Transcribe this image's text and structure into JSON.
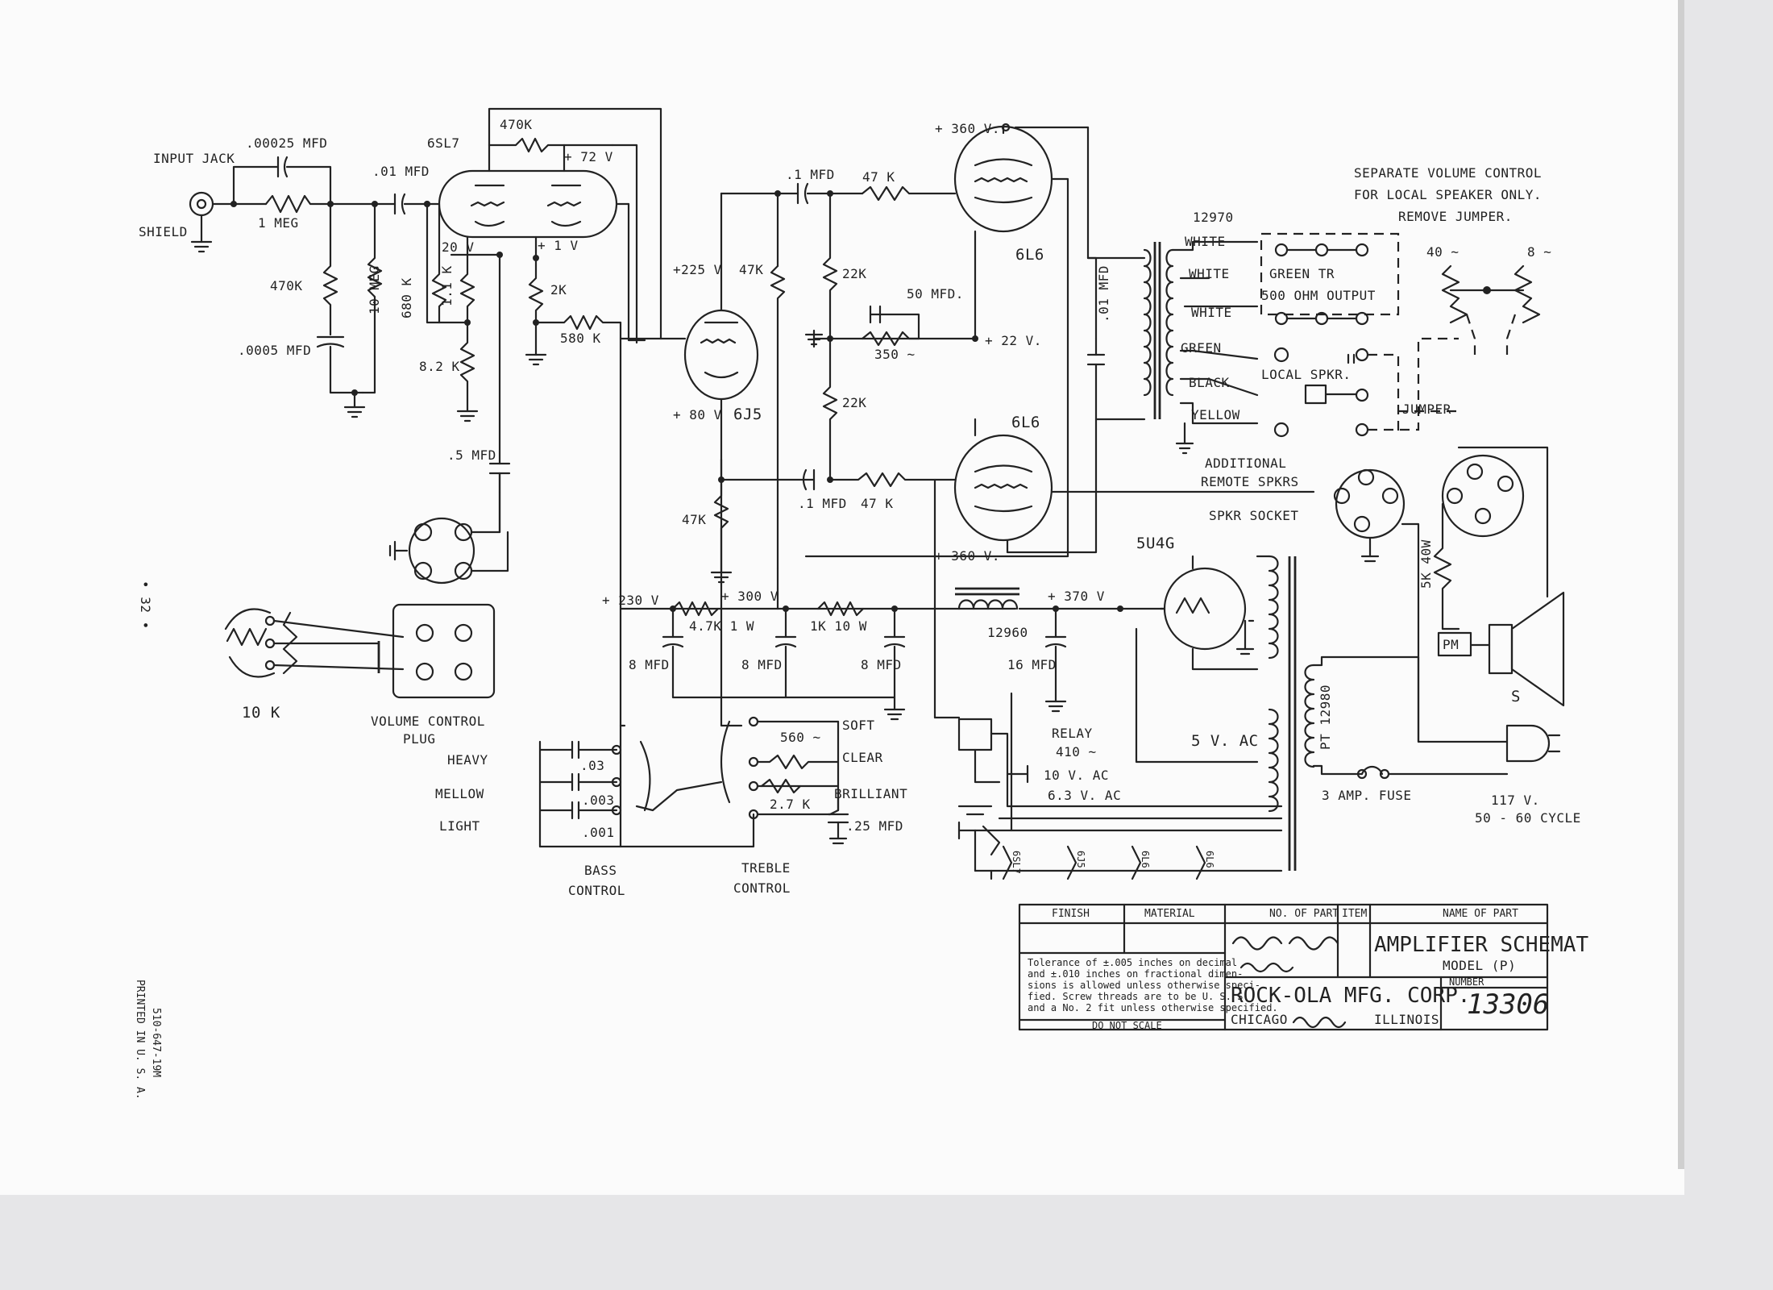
{
  "page": {
    "page_number": "• 32 •",
    "printed": "PRINTED IN U. S. A.",
    "form_code": "510-647-19M"
  },
  "input": {
    "jack": "INPUT JACK",
    "shield": "SHIELD",
    "c_coupling": ".00025 MFD",
    "r_1meg": "1 MEG",
    "c_coupling2": ".01 MFD",
    "r_470k": "470K",
    "r_10meg": "10 MEG",
    "c_0005": ".0005 MFD"
  },
  "tube_6sl7": {
    "name": "6SL7",
    "r_470k": "470K",
    "v_plate": "+ 72 V",
    "r_680k": "680 K",
    "r_11k": "1.1 K",
    "r_82k": "8.2 K",
    "v_grid": "20 V",
    "v_cath": "+ 1 V",
    "r_2k": "2K",
    "r_580k": "580 K",
    "c_5mfd": ".5 MFD"
  },
  "tube_6j5": {
    "name": "6J5",
    "v_plate": "+225 V",
    "r_47k": "47K",
    "v_cath": "+ 80 V",
    "r_47k_low": "47K"
  },
  "phase": {
    "c_1mfd_top": ".1 MFD",
    "r_47k_top": "47 K",
    "r_22k_top": "22K",
    "c_50mfd": "50 MFD.",
    "r_350": "350 ~",
    "v_22": "+ 22 V.",
    "r_22k_low": "22K",
    "c_1mfd_low": ".1 MFD",
    "r_47k_low": "47 K"
  },
  "tube_6l6_top": {
    "name": "6L6",
    "v_plate": "+ 360 V."
  },
  "tube_6l6_bot": {
    "name": "6L6",
    "v_plate": "+ 360 V."
  },
  "output_xfmr": {
    "part": "12970",
    "c_01": ".01 MFD",
    "white1": "WHITE",
    "white2": "WHITE",
    "white3": "WHITE",
    "green": "GREEN",
    "black": "BLACK",
    "yellow": "YELLOW",
    "green_tr": "GREEN TR",
    "ohm_out": "500 OHM OUTPUT",
    "local_spkr": "LOCAL SPKR.",
    "jumper": "JUMPER",
    "additional": "ADDITIONAL",
    "remote": "REMOTE SPKRS",
    "spkr_socket": "SPKR SOCKET"
  },
  "note": {
    "line1": "SEPARATE VOLUME CONTROL",
    "line2": "FOR LOCAL SPEAKER ONLY.",
    "line3": "REMOVE JUMPER.",
    "ohm_40": "40 ~",
    "ohm_8": "8 ~"
  },
  "speaker": {
    "r_5k": "5K 40W",
    "pm": "PM",
    "mark": "S"
  },
  "power": {
    "v_230": "+ 230 V",
    "v_300": "+ 300 V",
    "v_370": "+ 370 V",
    "r_47k1w": "4.7K 1 W",
    "r_1k10w": "1K 10 W",
    "c_8mfd_a": "8 MFD",
    "c_8mfd_b": "8 MFD",
    "c_8mfd_c": "8 MFD",
    "choke": "12960",
    "c_16mfd": "16 MFD",
    "rect": "5U4G",
    "v_5ac": "5 V. AC",
    "relay": "RELAY",
    "relay_r": "410 ~",
    "v_10ac": "10 V. AC",
    "v_63ac": "6.3 V. AC",
    "pt": "PT 12980",
    "fuse": "3 AMP. FUSE",
    "mains": "117 V.",
    "cycle": "50 - 60 CYCLE"
  },
  "controls": {
    "r_10k": "10 K",
    "vol_plug": "VOLUME CONTROL",
    "plug": "PLUG",
    "heavy": "HEAVY",
    "mellow": "MELLOW",
    "light": "LIGHT",
    "c_03": ".03",
    "c_003": ".003",
    "c_001": ".001",
    "bass": "BASS",
    "bass2": "CONTROL",
    "treble": "TREBLE",
    "treble2": "CONTROL",
    "r_560": "560 ~",
    "soft": "SOFT",
    "clear": "CLEAR",
    "brilliant": "BRILLIANT",
    "r_27k": "2.7 K",
    "c_25": ".25 MFD"
  },
  "heaters": {
    "h1": "6SL7",
    "h2": "6J5",
    "h3": "6L6",
    "h4": "6L6"
  },
  "title_block": {
    "finish": "FINISH",
    "material": "MATERIAL",
    "no_part": "NO. OF PART",
    "item": "ITEM",
    "name_part": "NAME OF PART",
    "title": "AMPLIFIER SCHEMAT",
    "model": "MODEL (P)",
    "company": "ROCK-OLA MFG. CORP.",
    "city": "CHICAGO",
    "state": "ILLINOIS",
    "number_label": "NUMBER",
    "number": "13306",
    "tol1": "Tolerance of ±.005 inches on decimal",
    "tol2": "and ±.010 inches on fractional dimen-",
    "tol3": "sions is allowed unless otherwise speci-",
    "tol4": "fied. Screw threads are to be U. S. S.",
    "tol5": "and a No. 2 fit unless otherwise specified.",
    "no_scale": "DO NOT SCALE"
  }
}
